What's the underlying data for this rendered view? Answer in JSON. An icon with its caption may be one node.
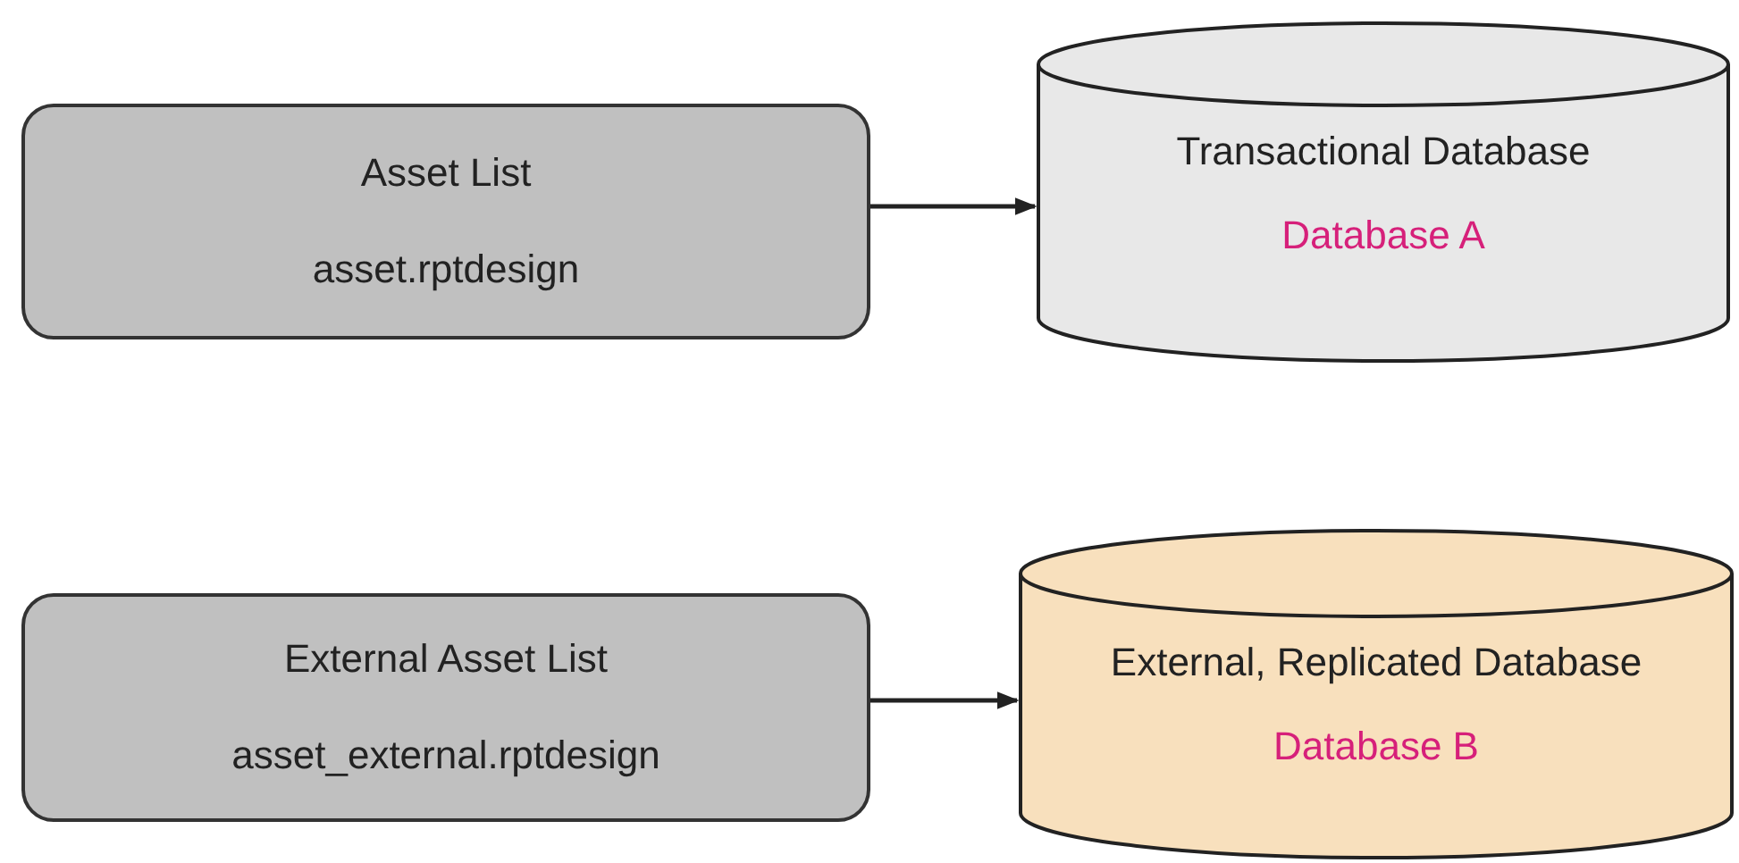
{
  "diagram": {
    "nodes": [
      {
        "text": [
          "Asset List",
          "asset.rptdesign"
        ]
      },
      {
        "text": [
          "Transactional Database",
          "Database A"
        ]
      },
      {
        "text": [
          "External Asset List",
          "asset_external.rptdesign"
        ]
      },
      {
        "text": [
          "External, Replicated Database",
          "Database B"
        ]
      }
    ],
    "edges": [
      {
        "from": 0,
        "to": 1,
        "arrow": "to"
      },
      {
        "from": 2,
        "to": 3,
        "arrow": "to"
      }
    ]
  }
}
